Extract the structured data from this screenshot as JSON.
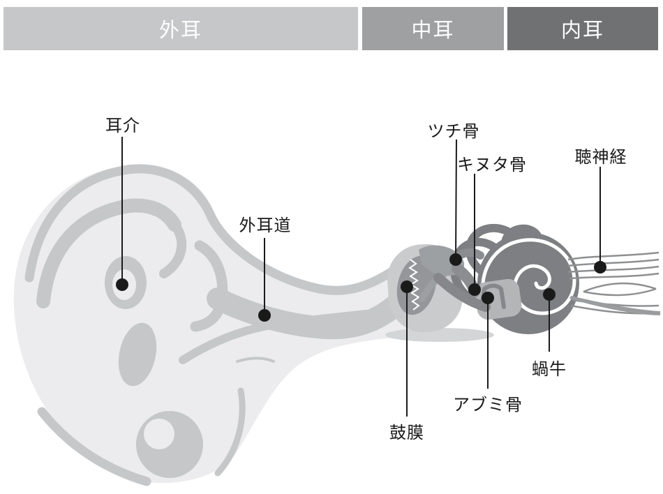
{
  "title": "ear anatomy diagram",
  "header": {
    "sections": [
      {
        "label": "外耳",
        "meaning": "outer ear region",
        "color": "#c6c7c8"
      },
      {
        "label": "中耳",
        "meaning": "middle ear region",
        "color": "#9fa0a2"
      },
      {
        "label": "内耳",
        "meaning": "inner ear region",
        "color": "#707173"
      }
    ],
    "text_color": "#ffffff"
  },
  "labels": [
    {
      "id": "auricle",
      "text": "耳介"
    },
    {
      "id": "ear-canal",
      "text": "外耳道"
    },
    {
      "id": "malleus",
      "text": "ツチ骨"
    },
    {
      "id": "incus",
      "text": "キヌタ骨"
    },
    {
      "id": "auditory-nerve",
      "text": "聴神経"
    },
    {
      "id": "eardrum",
      "text": "鼓膜"
    },
    {
      "id": "stapes",
      "text": "アブミ骨"
    },
    {
      "id": "cochlea",
      "text": "蝸牛"
    }
  ],
  "colors": {
    "pinna_light": "#ececee",
    "accent_gray": "#c5c7c9",
    "sleeve_gray": "#c9cbcd",
    "eardrum_gray": "#94969a",
    "ossicle_gray": "#9da0a2",
    "incus_gray": "#8b8d90",
    "stapes_light": "#b3b5b7",
    "inner_ear_dark": "#7d7f82",
    "nerve_gray": "#8d8f91",
    "annotation_black": "#1a1a1a"
  }
}
